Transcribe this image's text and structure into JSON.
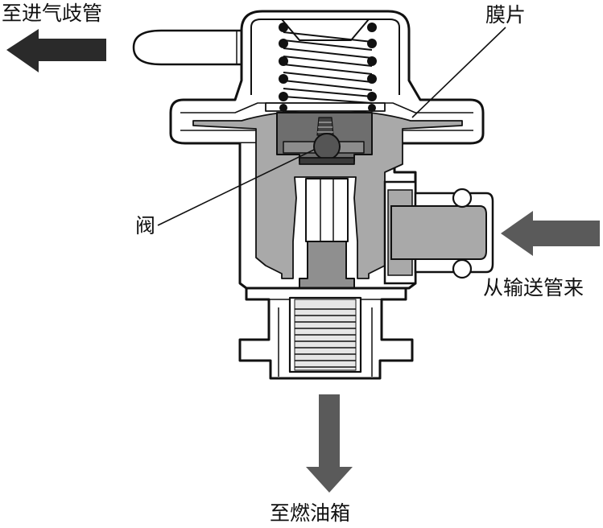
{
  "labels": {
    "to_intake_manifold": "至进气歧管",
    "diaphragm": "膜片",
    "valve": "阀",
    "from_supply_pipe": "从输送管来",
    "to_fuel_tank": "至燃油箱"
  },
  "colors": {
    "arrow": "#5a5a5a",
    "arrow_dark": "#2a2a2a",
    "fuel": "#a9a9a9",
    "fuel_dark": "#6e6e6e",
    "body_fill": "#ffffff",
    "outline": "#111111"
  }
}
